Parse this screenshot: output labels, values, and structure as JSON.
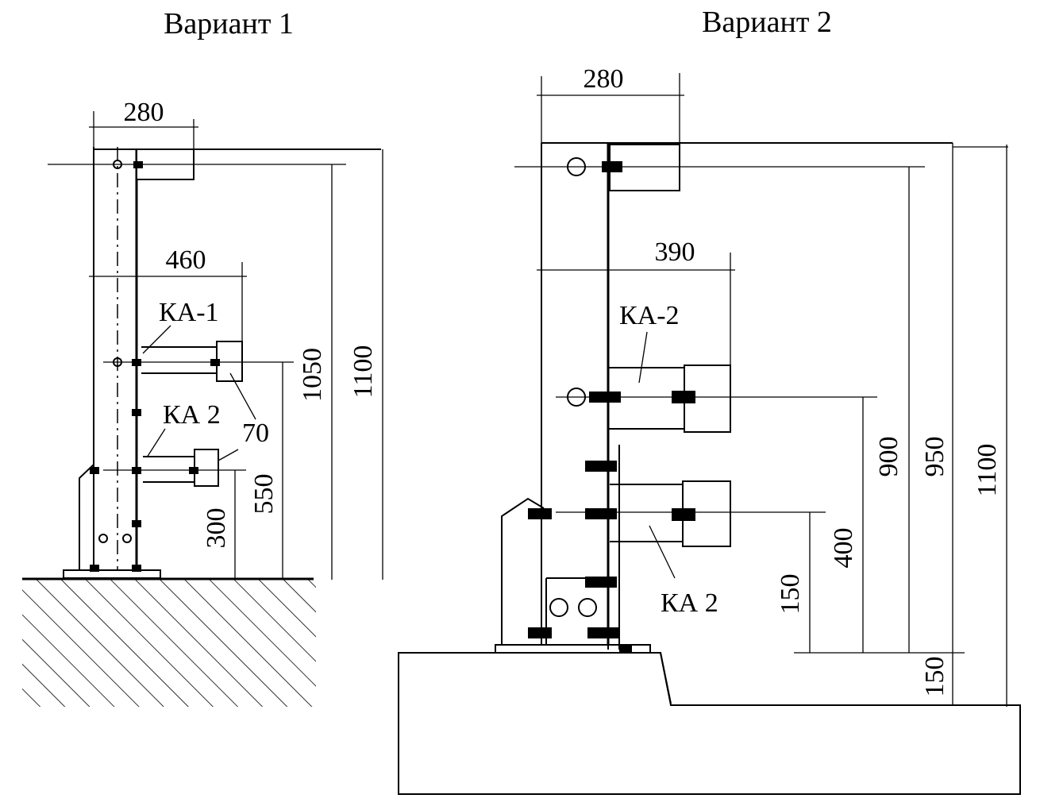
{
  "titles": {
    "variant1": "Вариант 1",
    "variant2": "Вариант 2"
  },
  "variant1": {
    "dims": {
      "w280": "280",
      "w460": "460",
      "h1050": "1050",
      "h1100": "1100",
      "w70": "70",
      "h550": "550",
      "h300": "300"
    },
    "labels": {
      "ka1": "КА-1",
      "ka2": "КА 2"
    }
  },
  "variant2": {
    "dims": {
      "w280": "280",
      "w390": "390",
      "h900": "900",
      "h950": "950",
      "h1100": "1100",
      "h400": "400",
      "h150": "150",
      "h150b": "150"
    },
    "labels": {
      "ka2top": "КА-2",
      "ka2bottom": "КА 2"
    }
  },
  "colors": {
    "ink": "#000000",
    "paper": "#ffffff"
  }
}
